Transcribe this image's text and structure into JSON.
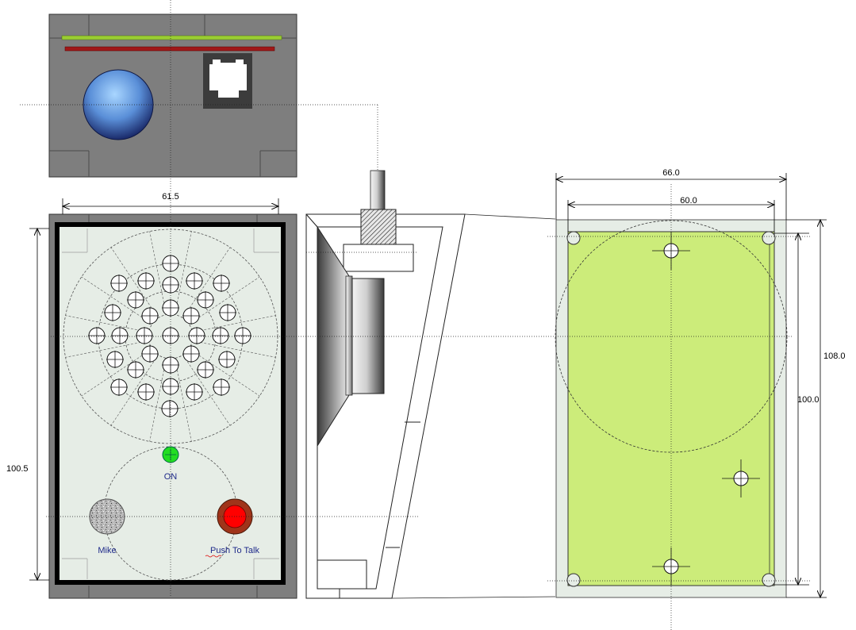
{
  "front_panel": {
    "width_label": "61.5",
    "height_label": "100.5",
    "led_label": "ON",
    "mic_label": "Mike",
    "button_label": "Push To Talk"
  },
  "back_panel": {
    "outer_width_label": "66.0",
    "inner_width_label": "60.0",
    "outer_height_label": "108.0",
    "inner_height_label": "100.0"
  },
  "colors": {
    "housing": "#7e7e7e",
    "faceplate": "#e6ede6",
    "pcb": "#ccec7a",
    "led": "#22dd22",
    "button": "#ff0000",
    "button_ring": "#a0341a",
    "green_strip": "#9acd32",
    "red_strip": "#a01818",
    "label_blue": "#1f2a8a"
  },
  "icons": {
    "speaker_hole": "crosshair-hole-icon",
    "mount_hole": "crosshair-hole-icon",
    "rj_jack": "rj-jack-icon",
    "knob": "round-knob-icon"
  }
}
